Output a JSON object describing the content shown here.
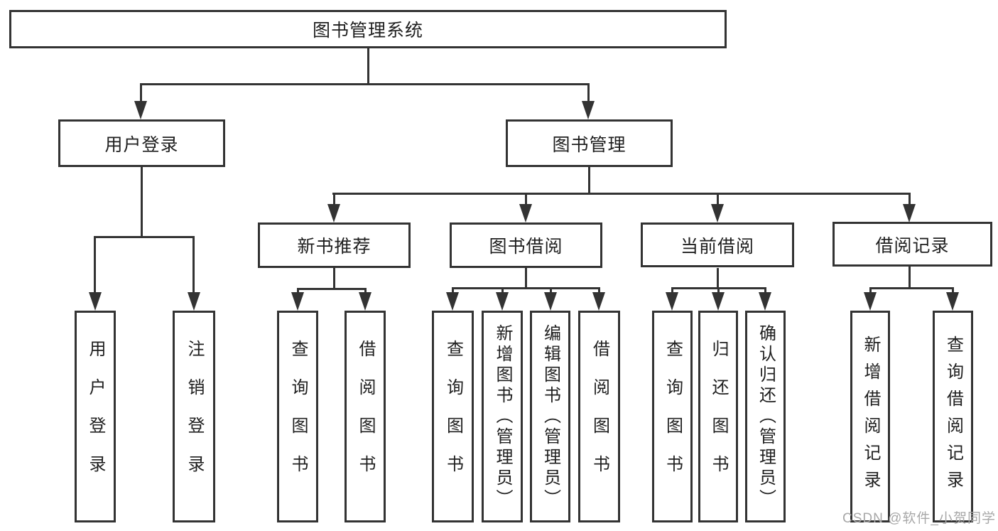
{
  "tree": {
    "root": "图书管理系统",
    "children": [
      {
        "label": "用户登录",
        "children": [
          {
            "label": "用户登录"
          },
          {
            "label": "注销登录"
          }
        ]
      },
      {
        "label": "图书管理",
        "children": [
          {
            "label": "新书推荐",
            "children": [
              {
                "label": "查询图书"
              },
              {
                "label": "借阅图书"
              }
            ]
          },
          {
            "label": "图书借阅",
            "children": [
              {
                "label": "查询图书"
              },
              {
                "label": "新增图书（管理员）"
              },
              {
                "label": "编辑图书（管理员）"
              },
              {
                "label": "借阅图书"
              }
            ]
          },
          {
            "label": "当前借阅",
            "children": [
              {
                "label": "查询图书"
              },
              {
                "label": "归还图书"
              },
              {
                "label": "确认归还（管理员）"
              }
            ]
          },
          {
            "label": "借阅记录",
            "children": [
              {
                "label": "新增借阅记录"
              },
              {
                "label": "查询借阅记录"
              }
            ]
          }
        ]
      }
    ]
  },
  "watermark": {
    "text": "CSDN @软件_小贺同学"
  },
  "colors": {
    "line": "#333333",
    "text": "#1f1f1f",
    "watermark": "#a8a8a8",
    "background": "#ffffff"
  }
}
